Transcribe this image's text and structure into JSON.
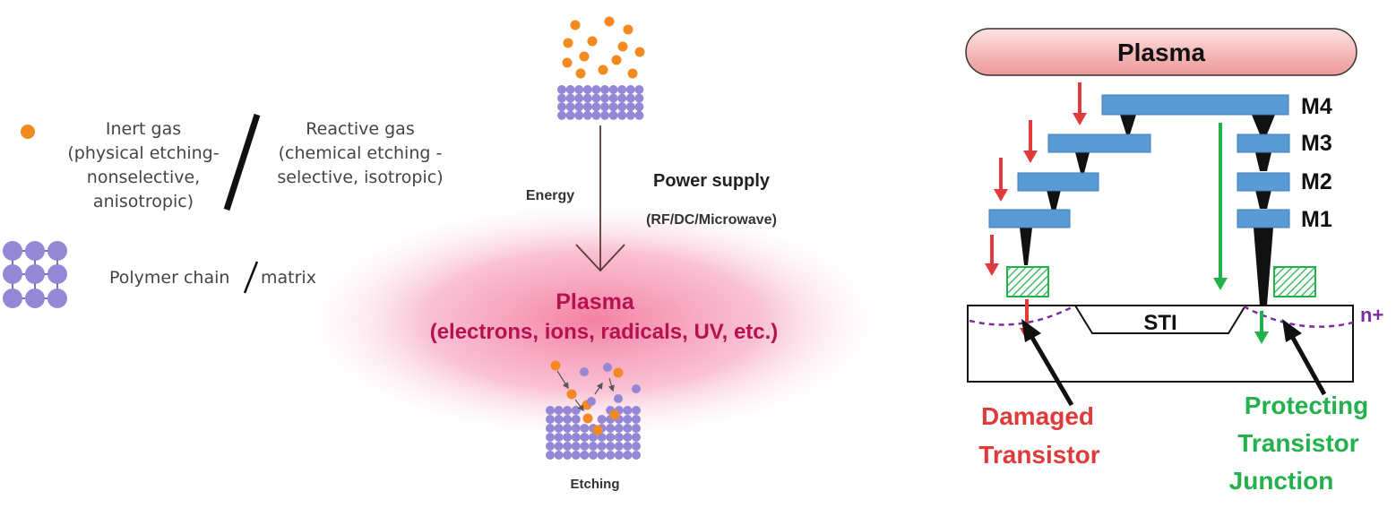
{
  "left_panel": {
    "legend": {
      "inert_gas": {
        "line1": "Inert gas",
        "line2": "(physical etching-",
        "line3": "nonselective,",
        "line4": "anisotropic)"
      },
      "reactive_gas": {
        "line1": "Reactive gas",
        "line2": "(chemical etching -",
        "line3": "selective, isotropic)"
      },
      "polymer": {
        "label": "Polymer chain",
        "suffix": "matrix"
      }
    },
    "process": {
      "energy_label": "Energy",
      "power_label": "Power supply",
      "power_types": "(RF/DC/Microwave)",
      "plasma_title": "Plasma",
      "plasma_contents": "(electrons, ions, radicals, UV, etc.)",
      "etching_label": "Etching"
    },
    "colors": {
      "inert": "#f28a20",
      "polymer": "#9387d6",
      "plasma_text": "#b5124f",
      "plasma_glow": "#f47aa0"
    }
  },
  "right_panel": {
    "plasma_label": "Plasma",
    "metal_layers": [
      "M4",
      "M3",
      "M2",
      "M1"
    ],
    "sti_label": "STI",
    "n_plus_label": "n+",
    "damaged": {
      "line1": "Damaged",
      "line2": "Transistor"
    },
    "protecting": {
      "line1": "Protecting",
      "line2": "Transistor",
      "line3": "Junction"
    },
    "colors": {
      "damaged": "#e03a3a",
      "protecting": "#22b14c",
      "metal": "#5b9bd5",
      "n_plus": "#7a2ea0"
    }
  }
}
